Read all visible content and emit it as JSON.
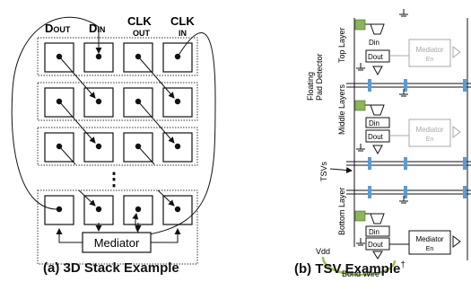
{
  "stack": {
    "col_labels": [
      {
        "main": "D",
        "sub": "OUT"
      },
      {
        "main": "D",
        "sub": "IN"
      },
      {
        "main": "CLK",
        "sub": "OUT"
      },
      {
        "main": "CLK",
        "sub": "IN"
      }
    ],
    "ellipsis": "⋮",
    "mediator_label": "Mediator",
    "caption": "(a) 3D Stack Example"
  },
  "tsv": {
    "layer_labels": [
      "Top Layer",
      "Middle Layers",
      "Bottom Layer"
    ],
    "floating_label_1": "Floating",
    "floating_label_2": "Pad Detector",
    "tsvs_label": "TSVs",
    "din_label": "Din",
    "dout_label": "Dout",
    "mediator_label": "Mediator",
    "en_label": "En",
    "vdd_label": "Vdd",
    "bond_wire_label": "Bond Wire",
    "caption": "(b) TSV Example",
    "caption_mark": "†"
  },
  "colors": {
    "pad_green": "#8db55a",
    "bond_wire_green": "#9bbf5c",
    "tsv_blue": "#5b9bd5",
    "faded_gray": "#a9a9a9"
  }
}
